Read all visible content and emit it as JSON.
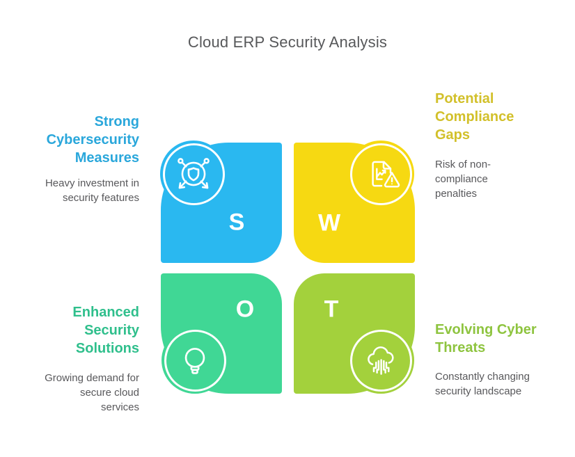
{
  "title": "Cloud ERP Security Analysis",
  "colors": {
    "background": "#ffffff",
    "title_text": "#57585a",
    "body_text": "#58585b",
    "letter_text": "#ffffff"
  },
  "quadrants": {
    "strengths": {
      "letter": "S",
      "petal_color": "#2ab8f0",
      "heading_color": "#2aa7db",
      "heading_lines": [
        "Strong",
        "Cybersecurity",
        "Measures"
      ],
      "body_lines": [
        "Heavy investment in",
        "security features"
      ],
      "icon": "shield-network-icon"
    },
    "weaknesses": {
      "letter": "W",
      "petal_color": "#f6d912",
      "heading_color": "#d2c02a",
      "heading_lines": [
        "Potential",
        "Compliance",
        "Gaps"
      ],
      "body_lines": [
        "Risk of non-",
        "compliance",
        "penalties"
      ],
      "icon": "document-warning-icon"
    },
    "opportunities": {
      "letter": "O",
      "petal_color": "#40d795",
      "heading_color": "#2fbf8c",
      "heading_lines": [
        "Enhanced",
        "Security",
        "Solutions"
      ],
      "body_lines": [
        "Growing demand for",
        "secure cloud",
        "services"
      ],
      "icon": "lightbulb-icon"
    },
    "threats": {
      "letter": "T",
      "petal_color": "#a3d13c",
      "heading_color": "#8ec43f",
      "heading_lines": [
        "Evolving Cyber",
        "Threats"
      ],
      "body_lines": [
        "Constantly changing",
        "security landscape"
      ],
      "icon": "cloud-circuit-icon"
    }
  }
}
